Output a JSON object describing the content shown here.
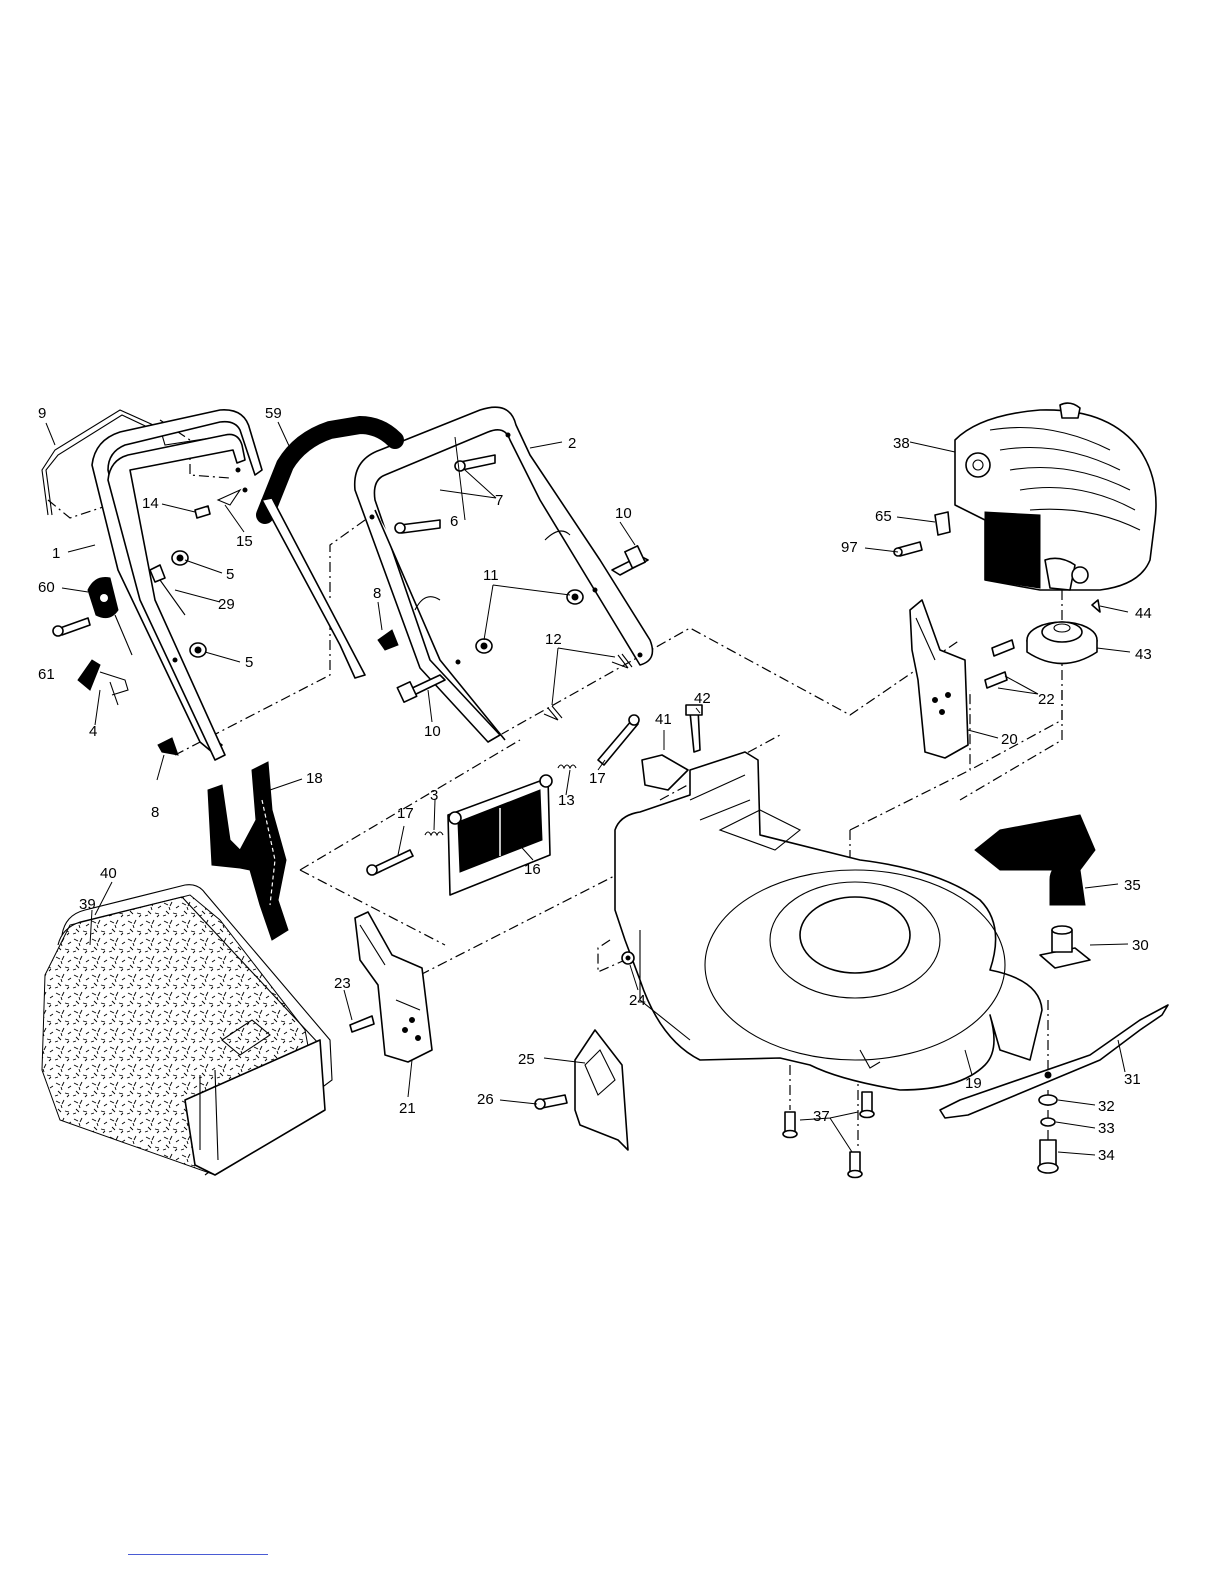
{
  "diagram": {
    "labels": {
      "p1": "1",
      "p2": "2",
      "p3": "3",
      "p4": "4",
      "p5a": "5",
      "p5b": "5",
      "p6": "6",
      "p7": "7",
      "p8a": "8",
      "p8b": "8",
      "p9": "9",
      "p10a": "10",
      "p10b": "10",
      "p11": "11",
      "p12": "12",
      "p13": "13",
      "p14": "14",
      "p15": "15",
      "p16": "16",
      "p17a": "17",
      "p17b": "17",
      "p18": "18",
      "p19": "19",
      "p20": "20",
      "p21": "21",
      "p22": "22",
      "p23": "23",
      "p24": "24",
      "p25": "25",
      "p26": "26",
      "p29": "29",
      "p30": "30",
      "p31": "31",
      "p32": "32",
      "p33": "33",
      "p34": "34",
      "p35": "35",
      "p37": "37",
      "p38": "38",
      "p39": "39",
      "p40": "40",
      "p41": "41",
      "p42": "42",
      "p43": "43",
      "p44": "44",
      "p59": "59",
      "p60": "60",
      "p61": "61",
      "p65": "65",
      "p97": "97"
    }
  }
}
